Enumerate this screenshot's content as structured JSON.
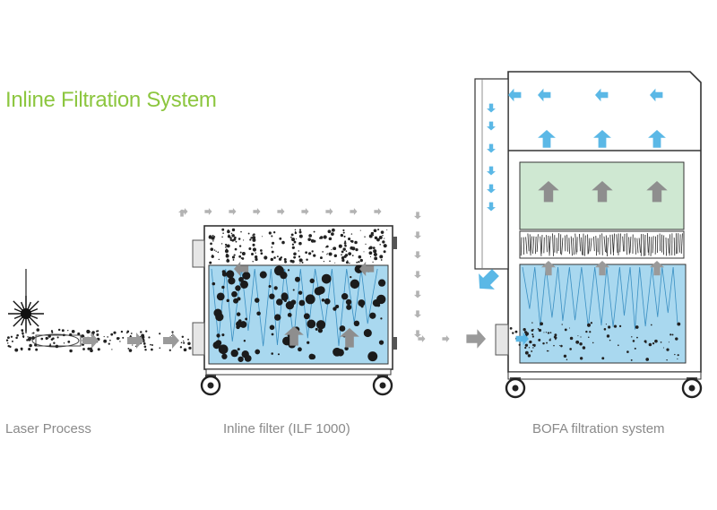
{
  "title": "Inline Filtration System",
  "captions": {
    "laser": "Laser Process",
    "inline": "Inline filter (ILF 1000)",
    "bofa": "BOFA filtration system"
  },
  "colors": {
    "title": "#8cc63f",
    "water": "#a9d8ef",
    "prefilter": "#cfe8d2",
    "arrow_blue": "#5bb8e6",
    "arrow_grey": "#9a9a9a",
    "outline": "#333333"
  },
  "icons": [
    "laser-burst-icon",
    "caster-wheel-icon",
    "airflow-arrow-icon"
  ]
}
